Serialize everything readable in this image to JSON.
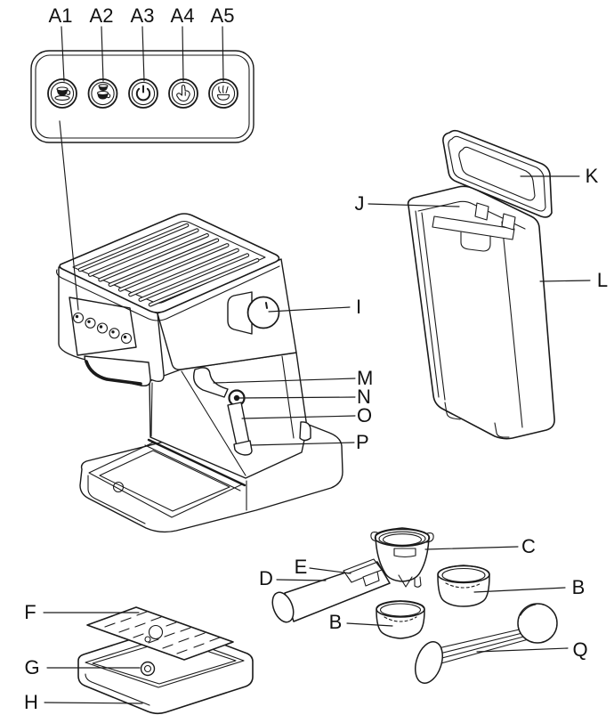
{
  "callouts": {
    "a1": "A1",
    "a2": "A2",
    "a3": "A3",
    "a4": "A4",
    "a5": "A5",
    "b_upper": "B",
    "b_lower": "B",
    "c": "C",
    "d": "D",
    "e": "E",
    "f": "F",
    "g": "G",
    "h": "H",
    "i": "I",
    "j": "J",
    "k": "K",
    "l": "L",
    "m": "M",
    "n": "N",
    "o": "O",
    "p": "P",
    "q": "Q"
  },
  "control_panel": {
    "buttons": [
      {
        "label": "A1",
        "icon": "single-cup-icon"
      },
      {
        "label": "A2",
        "icon": "double-cup-icon"
      },
      {
        "label": "A3",
        "icon": "power-icon"
      },
      {
        "label": "A4",
        "icon": "manual-brew-hand-icon"
      },
      {
        "label": "A5",
        "icon": "steam-icon"
      }
    ]
  },
  "colors": {
    "line": "#1a1a1a",
    "background": "#ffffff",
    "label_text": "#111111"
  }
}
